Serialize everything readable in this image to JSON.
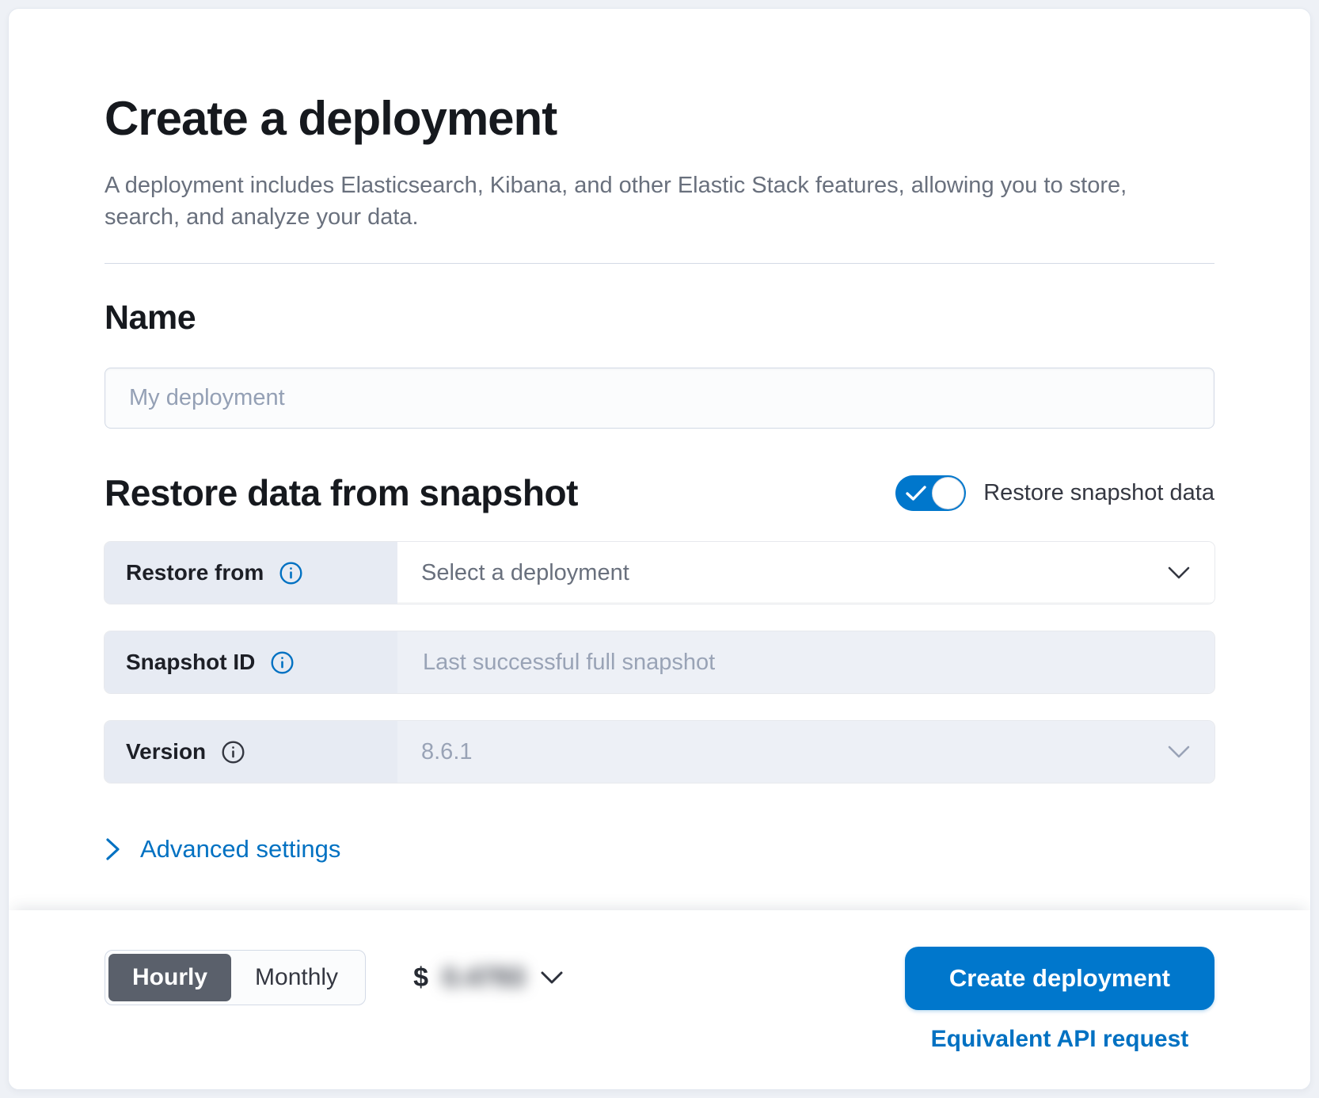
{
  "page": {
    "title": "Create a deployment",
    "subtitle": "A deployment includes Elasticsearch, Kibana, and other Elastic Stack features, allowing you to store, search, and analyze your data."
  },
  "name_section": {
    "heading": "Name",
    "input_placeholder": "My deployment",
    "input_value": ""
  },
  "restore_section": {
    "heading": "Restore data from snapshot",
    "toggle_label": "Restore snapshot data",
    "toggle_state": "on",
    "rows": [
      {
        "label": "Restore from",
        "value": "Select a deployment",
        "control": "select",
        "info_icon_color": "#0071c2"
      },
      {
        "label": "Snapshot ID",
        "placeholder": "Last successful full snapshot",
        "control": "input",
        "info_icon_color": "#0071c2"
      },
      {
        "label": "Version",
        "value": "8.6.1",
        "control": "select-disabled",
        "info_icon_color": "#343741"
      }
    ]
  },
  "advanced_settings": {
    "label": "Advanced settings"
  },
  "footer": {
    "billing_toggle": {
      "options": [
        "Hourly",
        "Monthly"
      ],
      "selected": "Hourly"
    },
    "price": {
      "currency": "$",
      "amount": "0.4793",
      "blurred": true
    },
    "create_button_label": "Create deployment",
    "api_link_label": "Equivalent API request"
  },
  "colors": {
    "primary_button": "#0077cc",
    "link": "#0071c2",
    "toggle_on": "#0077cc",
    "selected_segment": "#5a606b",
    "row_label_bg": "#e7ebf3",
    "muted_field_bg": "#edf0f6",
    "border": "#d3dae6",
    "heading_text": "#16191e",
    "subdued_text": "#69707d"
  }
}
